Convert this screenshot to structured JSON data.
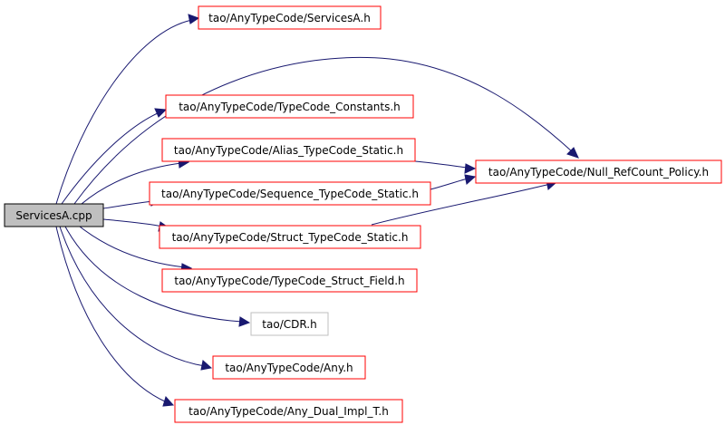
{
  "colors": {
    "edge": "#191970",
    "node_border_linked": "#ff0000",
    "node_border_unlinked": "#bfbfbf",
    "root_fill": "#bfbfbf",
    "root_border": "#000000"
  },
  "root": {
    "label": "ServicesA.cpp"
  },
  "nodes": [
    {
      "id": "services_a_h",
      "label": "tao/AnyTypeCode/ServicesA.h",
      "linked": true
    },
    {
      "id": "typecode_constants_h",
      "label": "tao/AnyTypeCode/TypeCode_Constants.h",
      "linked": true
    },
    {
      "id": "alias_typecode_static_h",
      "label": "tao/AnyTypeCode/Alias_TypeCode_Static.h",
      "linked": true
    },
    {
      "id": "sequence_typecode_static_h",
      "label": "tao/AnyTypeCode/Sequence_TypeCode_Static.h",
      "linked": true
    },
    {
      "id": "struct_typecode_static_h",
      "label": "tao/AnyTypeCode/Struct_TypeCode_Static.h",
      "linked": true
    },
    {
      "id": "typecode_struct_field_h",
      "label": "tao/AnyTypeCode/TypeCode_Struct_Field.h",
      "linked": true
    },
    {
      "id": "cdr_h",
      "label": "tao/CDR.h",
      "linked": false
    },
    {
      "id": "any_h",
      "label": "tao/AnyTypeCode/Any.h",
      "linked": true
    },
    {
      "id": "any_dual_impl_t_h",
      "label": "tao/AnyTypeCode/Any_Dual_Impl_T.h",
      "linked": true
    },
    {
      "id": "null_refcount_policy_h",
      "label": "tao/AnyTypeCode/Null_RefCount_Policy.h",
      "linked": true
    }
  ],
  "edges": [
    {
      "from": "root",
      "to": "services_a_h"
    },
    {
      "from": "root",
      "to": "null_refcount_policy_h"
    },
    {
      "from": "root",
      "to": "typecode_constants_h"
    },
    {
      "from": "root",
      "to": "alias_typecode_static_h"
    },
    {
      "from": "root",
      "to": "sequence_typecode_static_h"
    },
    {
      "from": "root",
      "to": "struct_typecode_static_h"
    },
    {
      "from": "root",
      "to": "typecode_struct_field_h"
    },
    {
      "from": "root",
      "to": "cdr_h"
    },
    {
      "from": "root",
      "to": "any_h"
    },
    {
      "from": "root",
      "to": "any_dual_impl_t_h"
    },
    {
      "from": "alias_typecode_static_h",
      "to": "null_refcount_policy_h"
    },
    {
      "from": "sequence_typecode_static_h",
      "to": "null_refcount_policy_h"
    },
    {
      "from": "struct_typecode_static_h",
      "to": "null_refcount_policy_h"
    }
  ]
}
